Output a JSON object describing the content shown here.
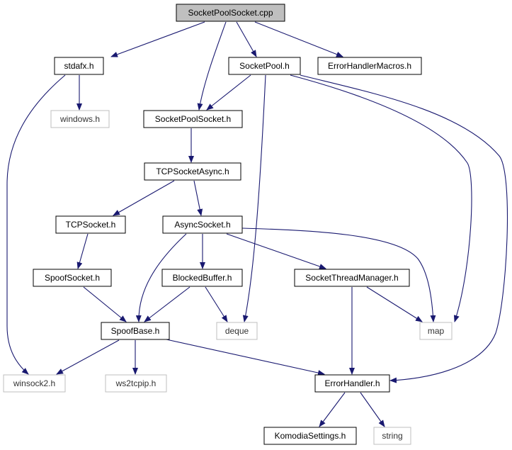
{
  "colors": {
    "edge": "#191970",
    "root_fill": "#bfbfbf",
    "external_border": "#bfbfbf",
    "node_border": "#000000"
  },
  "nodes": {
    "SocketPoolSocket_cpp": {
      "label": "SocketPoolSocket.cpp",
      "type": "root"
    },
    "stdafx_h": {
      "label": "stdafx.h",
      "type": "local"
    },
    "SocketPool_h": {
      "label": "SocketPool.h",
      "type": "local"
    },
    "ErrorHandlerMacros_h": {
      "label": "ErrorHandlerMacros.h",
      "type": "local"
    },
    "windows_h": {
      "label": "windows.h",
      "type": "external"
    },
    "SocketPoolSocket_h": {
      "label": "SocketPoolSocket.h",
      "type": "local"
    },
    "TCPSocketAsync_h": {
      "label": "TCPSocketAsync.h",
      "type": "local"
    },
    "TCPSocket_h": {
      "label": "TCPSocket.h",
      "type": "local"
    },
    "AsyncSocket_h": {
      "label": "AsyncSocket.h",
      "type": "local"
    },
    "SpoofSocket_h": {
      "label": "SpoofSocket.h",
      "type": "local"
    },
    "BlockedBuffer_h": {
      "label": "BlockedBuffer.h",
      "type": "local"
    },
    "SocketThreadManager_h": {
      "label": "SocketThreadManager.h",
      "type": "local"
    },
    "SpoofBase_h": {
      "label": "SpoofBase.h",
      "type": "local"
    },
    "deque": {
      "label": "deque",
      "type": "external"
    },
    "map": {
      "label": "map",
      "type": "external"
    },
    "winsock2_h": {
      "label": "winsock2.h",
      "type": "external"
    },
    "ws2tcpip_h": {
      "label": "ws2tcpip.h",
      "type": "external"
    },
    "ErrorHandler_h": {
      "label": "ErrorHandler.h",
      "type": "local"
    },
    "KomodiaSettings_h": {
      "label": "KomodiaSettings.h",
      "type": "local"
    },
    "string": {
      "label": "string",
      "type": "external"
    }
  },
  "edges": [
    {
      "from": "SocketPoolSocket_cpp",
      "to": "stdafx_h"
    },
    {
      "from": "SocketPoolSocket_cpp",
      "to": "SocketPoolSocket_h"
    },
    {
      "from": "SocketPoolSocket_cpp",
      "to": "SocketPool_h"
    },
    {
      "from": "SocketPoolSocket_cpp",
      "to": "ErrorHandlerMacros_h"
    },
    {
      "from": "stdafx_h",
      "to": "windows_h"
    },
    {
      "from": "stdafx_h",
      "to": "winsock2_h"
    },
    {
      "from": "SocketPool_h",
      "to": "SocketPoolSocket_h"
    },
    {
      "from": "SocketPool_h",
      "to": "deque"
    },
    {
      "from": "SocketPool_h",
      "to": "map"
    },
    {
      "from": "SocketPool_h",
      "to": "ErrorHandler_h"
    },
    {
      "from": "SocketPoolSocket_h",
      "to": "TCPSocketAsync_h"
    },
    {
      "from": "TCPSocketAsync_h",
      "to": "TCPSocket_h"
    },
    {
      "from": "TCPSocketAsync_h",
      "to": "AsyncSocket_h"
    },
    {
      "from": "TCPSocket_h",
      "to": "SpoofSocket_h"
    },
    {
      "from": "AsyncSocket_h",
      "to": "SpoofBase_h"
    },
    {
      "from": "AsyncSocket_h",
      "to": "BlockedBuffer_h"
    },
    {
      "from": "AsyncSocket_h",
      "to": "SocketThreadManager_h"
    },
    {
      "from": "AsyncSocket_h",
      "to": "map"
    },
    {
      "from": "SpoofSocket_h",
      "to": "SpoofBase_h"
    },
    {
      "from": "BlockedBuffer_h",
      "to": "SpoofBase_h"
    },
    {
      "from": "BlockedBuffer_h",
      "to": "deque"
    },
    {
      "from": "SocketThreadManager_h",
      "to": "map"
    },
    {
      "from": "SocketThreadManager_h",
      "to": "ErrorHandler_h"
    },
    {
      "from": "SpoofBase_h",
      "to": "winsock2_h"
    },
    {
      "from": "SpoofBase_h",
      "to": "ws2tcpip_h"
    },
    {
      "from": "SpoofBase_h",
      "to": "ErrorHandler_h"
    },
    {
      "from": "ErrorHandler_h",
      "to": "KomodiaSettings_h"
    },
    {
      "from": "ErrorHandler_h",
      "to": "string"
    }
  ]
}
